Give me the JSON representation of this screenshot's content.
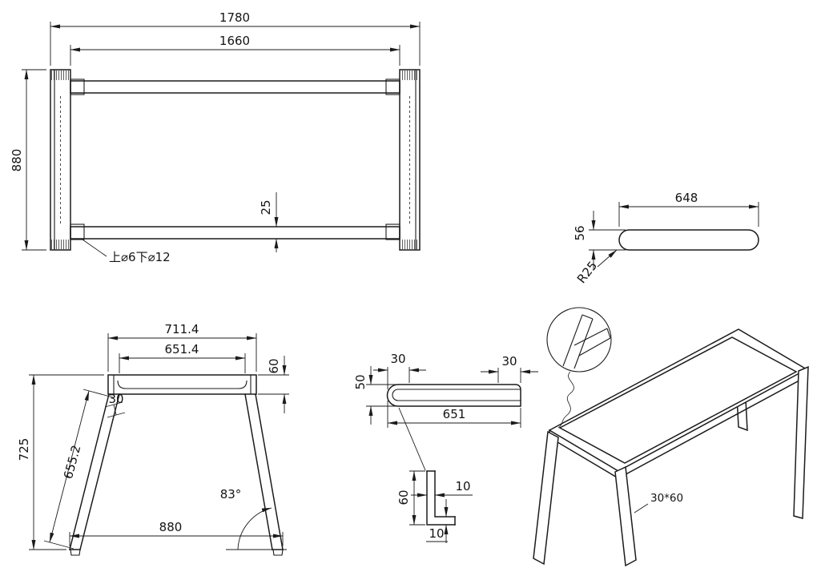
{
  "drawing": {
    "plan_view": {
      "dim_total_length": "1780",
      "dim_inner_length": "1660",
      "dim_depth": "880",
      "dim_rail": "25",
      "hole_note": "上⌀6下⌀12"
    },
    "pad_view": {
      "dim_length": "648",
      "dim_thickness": "56",
      "dim_radius": "R25"
    },
    "leg_view": {
      "dim_top_outer": "711.4",
      "dim_top_inner": "651.4",
      "dim_beam_height": "60",
      "dim_tube": "30",
      "dim_leg_length": "655.2",
      "dim_height": "725",
      "dim_angle": "83°",
      "dim_bottom_width": "880"
    },
    "beam_view": {
      "dim_left_end": "30",
      "dim_right_end": "30",
      "dim_height": "50",
      "dim_length": "651",
      "profile_height": "60",
      "profile_wall": "10",
      "profile_flange": "10"
    },
    "iso_view": {
      "tube_note": "30*60"
    }
  }
}
